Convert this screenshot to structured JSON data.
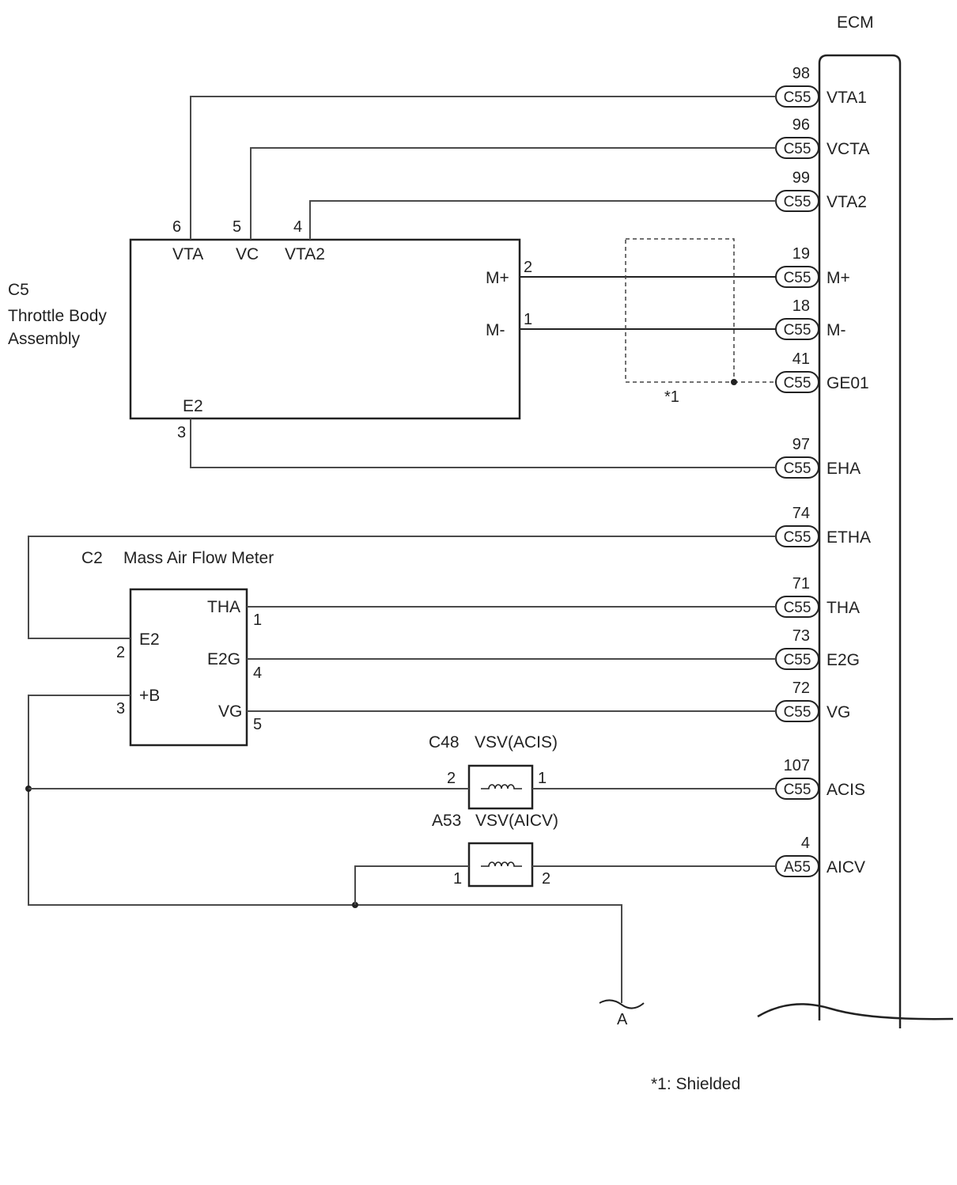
{
  "ecm": {
    "title": "ECM",
    "connectors": [
      {
        "conn": "C55",
        "pin": "98",
        "signal": "VTA1"
      },
      {
        "conn": "C55",
        "pin": "96",
        "signal": "VCTA"
      },
      {
        "conn": "C55",
        "pin": "99",
        "signal": "VTA2"
      },
      {
        "conn": "C55",
        "pin": "19",
        "signal": "M+"
      },
      {
        "conn": "C55",
        "pin": "18",
        "signal": "M-"
      },
      {
        "conn": "C55",
        "pin": "41",
        "signal": "GE01"
      },
      {
        "conn": "C55",
        "pin": "97",
        "signal": "EHA"
      },
      {
        "conn": "C55",
        "pin": "74",
        "signal": "ETHA"
      },
      {
        "conn": "C55",
        "pin": "71",
        "signal": "THA"
      },
      {
        "conn": "C55",
        "pin": "73",
        "signal": "E2G"
      },
      {
        "conn": "C55",
        "pin": "72",
        "signal": "VG"
      },
      {
        "conn": "C55",
        "pin": "107",
        "signal": "ACIS"
      },
      {
        "conn": "A55",
        "pin": "4",
        "signal": "AICV"
      }
    ]
  },
  "throttle": {
    "code": "C5",
    "name_line1": "Throttle Body",
    "name_line2": "Assembly",
    "terminals": {
      "vta": {
        "pin": "6",
        "name": "VTA"
      },
      "vc": {
        "pin": "5",
        "name": "VC"
      },
      "vta2": {
        "pin": "4",
        "name": "VTA2"
      },
      "mplus": {
        "pin": "2",
        "name": "M+"
      },
      "mminus": {
        "pin": "1",
        "name": "M-"
      },
      "e2": {
        "pin": "3",
        "name": "E2"
      }
    }
  },
  "maf": {
    "code": "C2",
    "name": "Mass Air Flow Meter",
    "terminals": {
      "tha": {
        "pin": "1",
        "name": "THA"
      },
      "e2": {
        "pin": "2",
        "name": "E2"
      },
      "e2g": {
        "pin": "4",
        "name": "E2G"
      },
      "b": {
        "pin": "3",
        "name": "+B"
      },
      "vg": {
        "pin": "5",
        "name": "VG"
      }
    }
  },
  "vsv_acis": {
    "code": "C48",
    "name": "VSV(ACIS)",
    "pin_left": "2",
    "pin_right": "1"
  },
  "vsv_aicv": {
    "code": "A53",
    "name": "VSV(AICV)",
    "pin_left": "1",
    "pin_right": "2"
  },
  "shield": {
    "mark": "*1",
    "note": "*1: Shielded"
  },
  "ground_ref": "A"
}
